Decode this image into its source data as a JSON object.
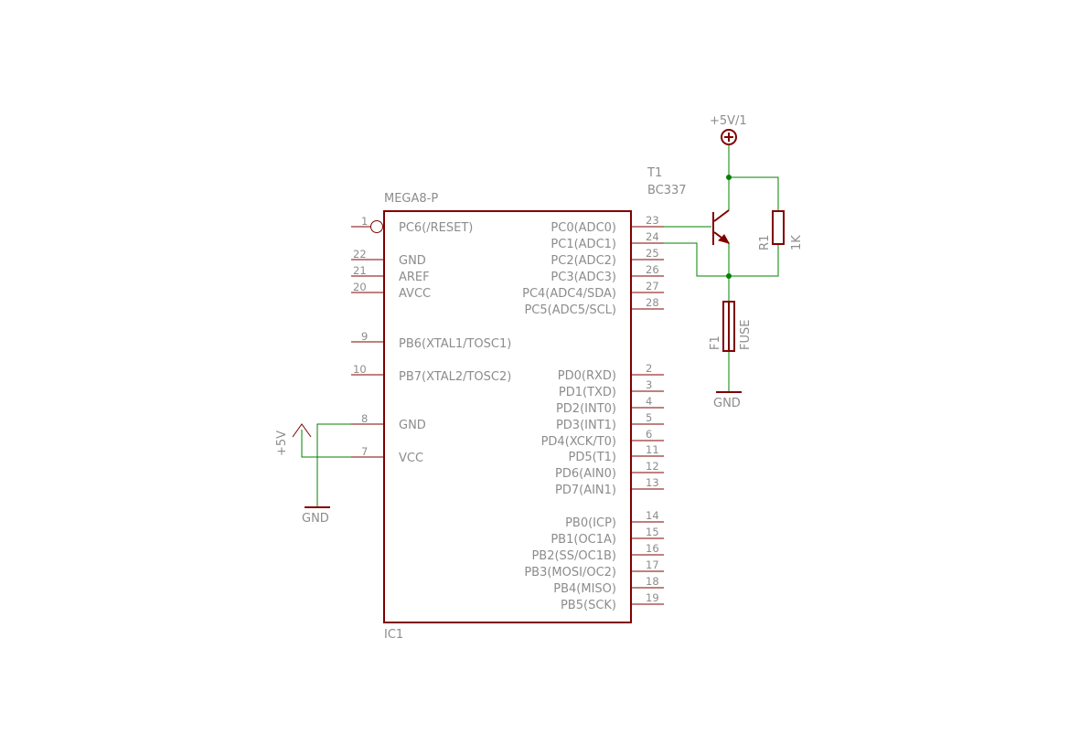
{
  "ic": {
    "name": "IC1",
    "value": "MEGA8-P",
    "left_pins": [
      {
        "num": "1",
        "name": "PC6(/RESET)"
      },
      {
        "num": "22",
        "name": "GND"
      },
      {
        "num": "21",
        "name": "AREF"
      },
      {
        "num": "20",
        "name": "AVCC"
      },
      {
        "num": "9",
        "name": "PB6(XTAL1/TOSC1)"
      },
      {
        "num": "10",
        "name": "PB7(XTAL2/TOSC2)"
      },
      {
        "num": "8",
        "name": "GND"
      },
      {
        "num": "7",
        "name": "VCC"
      }
    ],
    "right_pins": [
      {
        "num": "23",
        "name": "PC0(ADC0)"
      },
      {
        "num": "24",
        "name": "PC1(ADC1)"
      },
      {
        "num": "25",
        "name": "PC2(ADC2)"
      },
      {
        "num": "26",
        "name": "PC3(ADC3)"
      },
      {
        "num": "27",
        "name": "PC4(ADC4/SDA)"
      },
      {
        "num": "28",
        "name": "PC5(ADC5/SCL)"
      },
      {
        "num": "2",
        "name": "PD0(RXD)"
      },
      {
        "num": "3",
        "name": "PD1(TXD)"
      },
      {
        "num": "4",
        "name": "PD2(INT0)"
      },
      {
        "num": "5",
        "name": "PD3(INT1)"
      },
      {
        "num": "6",
        "name": "PD4(XCK/T0)"
      },
      {
        "num": "11",
        "name": "PD5(T1)"
      },
      {
        "num": "12",
        "name": "PD6(AIN0)"
      },
      {
        "num": "13",
        "name": "PD7(AIN1)"
      },
      {
        "num": "14",
        "name": "PB0(ICP)"
      },
      {
        "num": "15",
        "name": "PB1(OC1A)"
      },
      {
        "num": "16",
        "name": "PB2(SS/OC1B)"
      },
      {
        "num": "17",
        "name": "PB3(MOSI/OC2)"
      },
      {
        "num": "18",
        "name": "PB4(MISO)"
      },
      {
        "num": "19",
        "name": "PB5(SCK)"
      }
    ]
  },
  "transistor": {
    "name": "T1",
    "value": "BC337"
  },
  "resistor": {
    "name": "R1",
    "value": "1K"
  },
  "fuse": {
    "name": "F1",
    "value": "FUSE"
  },
  "supply": {
    "top": "+5V/1",
    "left": "+5V"
  },
  "ground": {
    "left": "GND",
    "right": "GND"
  },
  "colors": {
    "part": "#800000",
    "wire": "#008000",
    "text": "#8c8c8c",
    "background": "#ffffff"
  }
}
